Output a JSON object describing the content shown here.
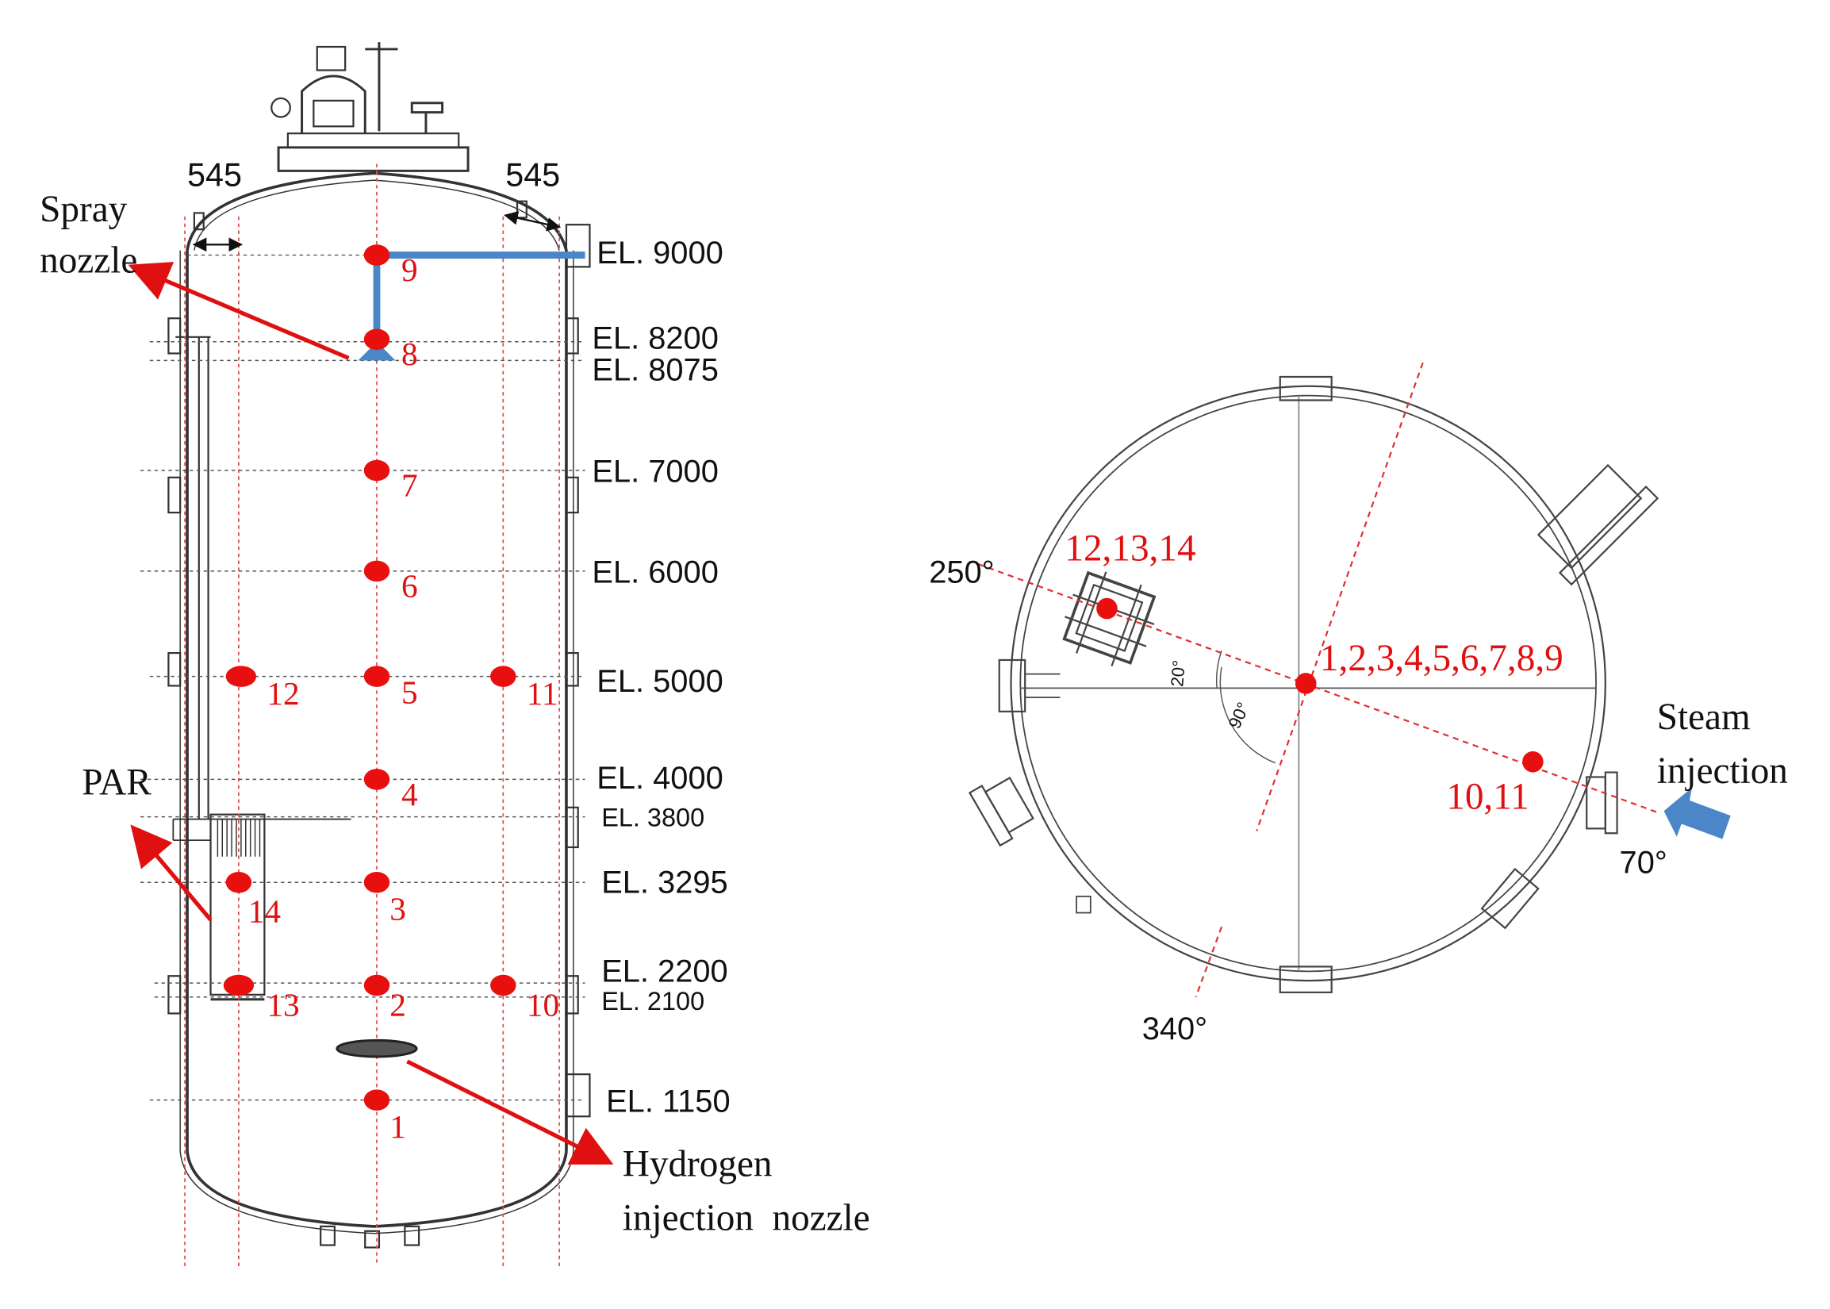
{
  "side_view": {
    "dimension_left": "545",
    "dimension_right": "545",
    "elevations": [
      "EL. 9000",
      "EL. 8200",
      "EL. 8075",
      "EL. 7000",
      "EL. 6000",
      "EL. 5000",
      "EL. 4000",
      "EL. 3800",
      "EL. 3295",
      "EL. 2200",
      "EL. 2100",
      "EL. 1150"
    ],
    "sensor_labels": [
      "1",
      "2",
      "3",
      "4",
      "5",
      "6",
      "7",
      "8",
      "9",
      "10",
      "11",
      "12",
      "13",
      "14"
    ],
    "callouts": {
      "spray_nozzle": [
        "Spray",
        "nozzle"
      ],
      "par": "PAR",
      "hydrogen_injection_nozzle": [
        "Hydrogen",
        "injection  nozzle"
      ]
    }
  },
  "plan_view": {
    "angle_labels": [
      "250°",
      "70°",
      "340°"
    ],
    "small_angles": [
      "20°",
      "90°"
    ],
    "sensor_groups": [
      "12,13,14",
      "1,2,3,4,5,6,7,8,9",
      "10,11"
    ],
    "steam_injection": [
      "Steam",
      "injection"
    ]
  },
  "colors": {
    "sensor": "#e8100f",
    "dashed_line": "#e03030",
    "spray_pipe": "#4a86c8",
    "steam_arrow": "#4a86c8",
    "drawing": "#333333"
  }
}
